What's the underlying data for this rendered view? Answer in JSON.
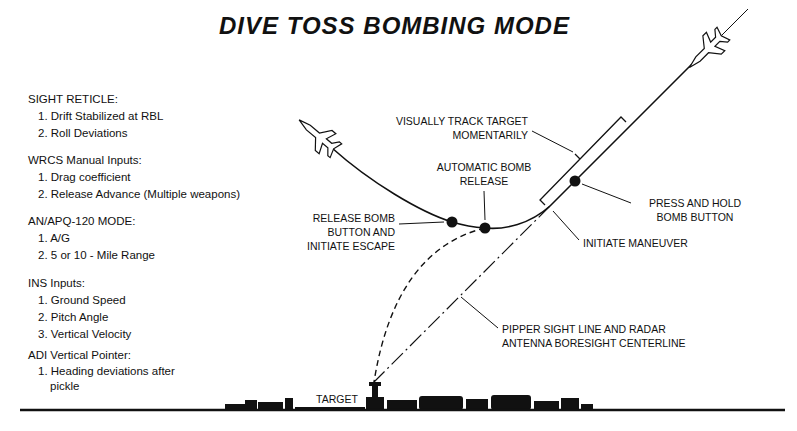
{
  "diagram": {
    "title": "DIVE TOSS BOMBING MODE",
    "labels": [
      "SIGHT RETICLE:",
      "1. Drift Stabilized at RBL",
      "2. Roll Deviations",
      "WRCS Manual Inputs:",
      "1. Drag coefficient",
      "2. Release Advance (Multiple weapons)",
      "AN/APQ-120 MODE:",
      "1. A/G",
      "2. 5 or 10 - Mile Range",
      "INS Inputs:",
      "1. Ground Speed",
      "2. Pitch Angle",
      "3. Vertical Velocity",
      "ADI Vertical Pointer:",
      "1. Heading deviations after pickle",
      "VISUALLY TRACK TARGET MOMENTARILY",
      "AUTOMATIC BOMB RELEASE",
      "PRESS AND HOLD BOMB BUTTON",
      "RELEASE BOMB BUTTON AND INITIATE ESCAPE",
      "INITIATE MANEUVER",
      "PIPPER SIGHT LINE AND RADAR ANTENNA BORESIGHT CENTERLINE",
      "TARGET"
    ]
  }
}
